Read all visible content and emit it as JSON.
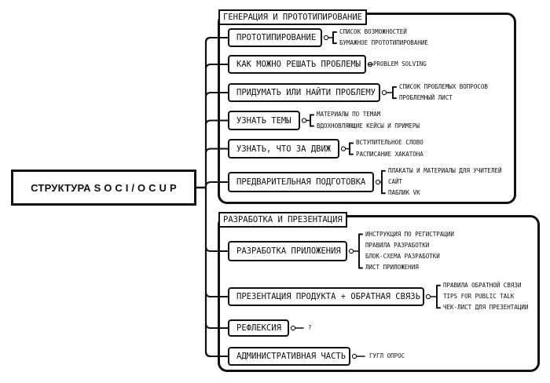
{
  "root": {
    "label": "СТРУКТУРА S O C I / O C U P"
  },
  "sections": [
    {
      "title": "ГЕНЕРАЦИЯ И ПРОТОТИПИРОВАНИЕ",
      "nodes": [
        {
          "label": "ПРОТОТИПИРОВАНИЕ",
          "leaves": [
            "СПИСОК ВОЗМОЖНОСТЕЙ",
            "БУМАЖНОЕ ПРОТОТИПИРОВАНИЕ"
          ]
        },
        {
          "label": "КАК МОЖНО РЕШАТЬ ПРОБЛЕМЫ",
          "leaves": [
            "PROBLEM SOLVING"
          ]
        },
        {
          "label": "ПРИДУМАТЬ ИЛИ НАЙТИ ПРОБЛЕМУ",
          "leaves": [
            "СПИСОК ПРОБЛЕМЫХ ВОПРОСОВ",
            "ПРОБЛЕМНЫЙ ЛИСТ"
          ]
        },
        {
          "label": "УЗНАТЬ ТЕМЫ",
          "leaves": [
            "МАТЕРИАЛЫ ПО ТЕМАМ",
            "ВДОХНОВЛЯЮЩИЕ КЕЙСЫ И ПРИМЕРЫ"
          ]
        },
        {
          "label": "УЗНАТЬ, ЧТО ЗА ДВИЖ",
          "leaves": [
            "ВСТУПИТЕЛЬНОЕ СЛОВО",
            "РАСПИСАНИЕ ХАКАТОНА"
          ]
        },
        {
          "label": "ПРЕДВАРИТЕЛЬНАЯ ПОДГОТОВКА",
          "leaves": [
            "ПЛАКАТЫ И МАТЕРИАЛЫ ДЛЯ УЧИТЕЛЕЙ",
            "САЙТ",
            "ПАБЛИК VK"
          ]
        }
      ]
    },
    {
      "title": "РАЗРАБОТКА И ПРЕЗЕНТАЦИЯ",
      "nodes": [
        {
          "label": "РАЗРАБОТКА ПРИЛОЖЕНИЯ",
          "leaves": [
            "ИНСТРУКЦИЯ ПО РЕГИСТРАЦИИ",
            "ПРАВИЛА РАЗРАБОТКИ",
            "БЛОК-СХЕМА РАЗРАБОТКИ",
            "ЛИСТ ПРИЛОЖЕНИЯ"
          ]
        },
        {
          "label": "ПРЕЗЕНТАЦИЯ ПРОДУКТА + ОБРАТНАЯ СВЯЗЬ",
          "leaves": [
            "ПРАВИЛА ОБРАТНОЙ СВЯЗИ",
            "TIPS FOR PUBLIC TALK",
            "ЧЕК-ЛИСТ ДЛЯ ПРЕЗЕНТАЦИИ"
          ]
        },
        {
          "label": "РЕФЛЕКСИЯ",
          "leaves": [
            "?"
          ]
        },
        {
          "label": "АДМИНИСТРАТИВНАЯ ЧАСТЬ",
          "leaves": [
            "ГУГЛ ОПРОС"
          ]
        }
      ]
    }
  ]
}
